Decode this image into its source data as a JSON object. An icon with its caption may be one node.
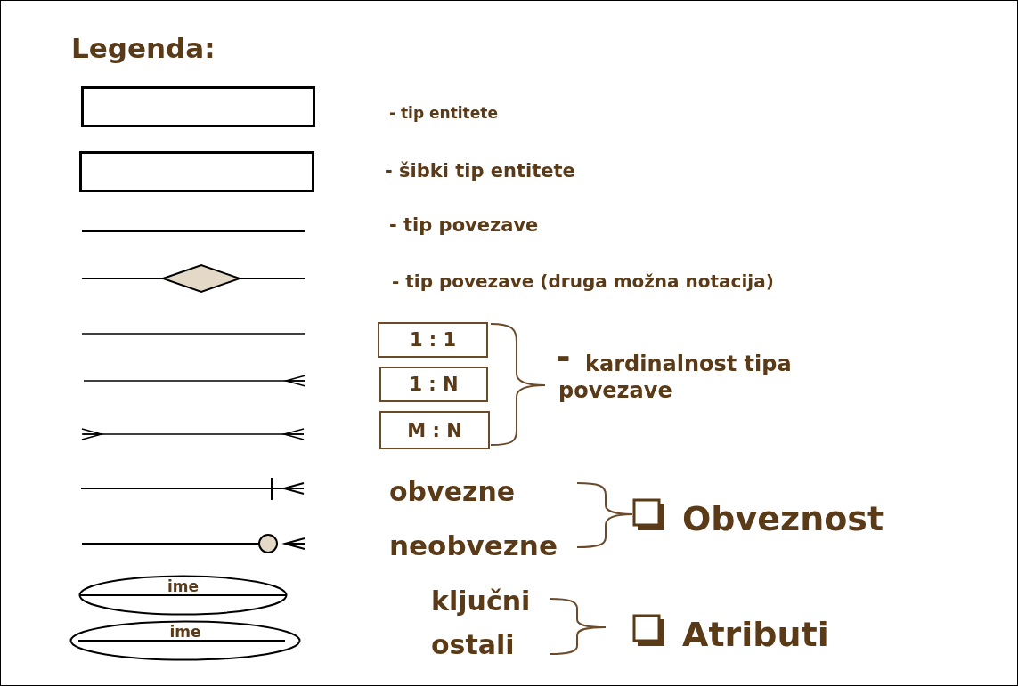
{
  "diagram": {
    "title": "Legenda:",
    "nodes": [
      {
        "text": [],
        "shape": "box"
      },
      {
        "text": [],
        "shape": "box"
      },
      {
        "text": [
          "1 : 1"
        ]
      },
      {
        "text": [
          "1 : N"
        ]
      },
      {
        "text": [
          "M : N"
        ]
      },
      {
        "text": [
          "ime"
        ]
      },
      {
        "text": [
          "ime"
        ]
      }
    ],
    "labels": [
      "- tip entitete",
      "- šibki tip entitete",
      "- tip povezave",
      "- tip povezave (druga možna notacija)",
      "-",
      "kardinalnost tipa povezave",
      "obvezne",
      "Obveznost",
      "neobvezne",
      "ključni",
      "Atributi",
      "ostali"
    ]
  }
}
